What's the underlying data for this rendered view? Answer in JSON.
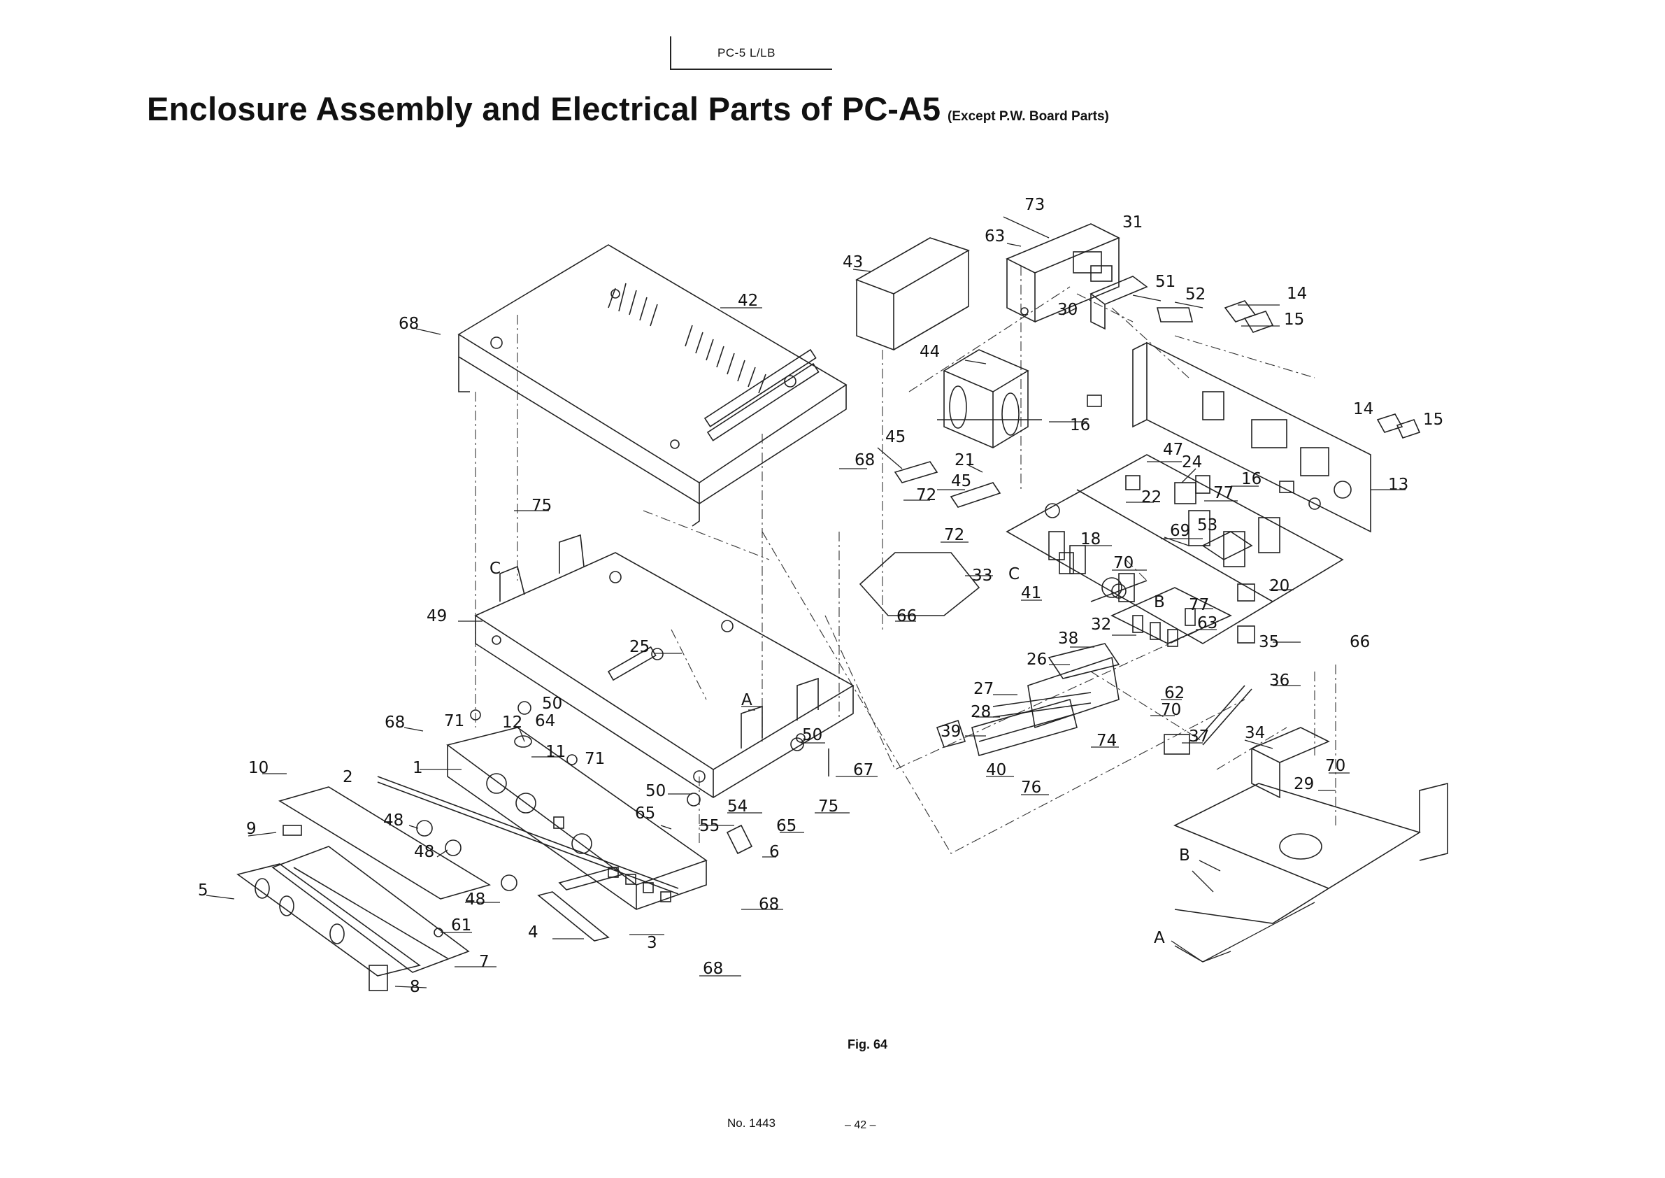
{
  "header": {
    "model_label": "PC-5 L/LB",
    "title_main": "Enclosure Assembly and Electrical Parts of",
    "title_model": "PC-A5",
    "title_sub": "(Except P.W. Board Parts)"
  },
  "figure": {
    "caption": "Fig. 64",
    "callouts": [
      "73",
      "63",
      "31",
      "43",
      "42",
      "51",
      "52",
      "14",
      "15",
      "68",
      "30",
      "44",
      "14",
      "15",
      "16",
      "13",
      "45",
      "68",
      "21",
      "47",
      "24",
      "16",
      "72",
      "45",
      "22",
      "77",
      "53",
      "75",
      "72",
      "18",
      "69",
      "33",
      "70",
      "C",
      "C",
      "49",
      "41",
      "B",
      "77",
      "20",
      "66",
      "63",
      "32",
      "35",
      "66",
      "38",
      "25",
      "26",
      "36",
      "27",
      "62",
      "A",
      "50",
      "71",
      "68",
      "12",
      "64",
      "28",
      "70",
      "34",
      "39",
      "74",
      "37",
      "50",
      "11",
      "71",
      "67",
      "40",
      "70",
      "10",
      "2",
      "76",
      "29",
      "1",
      "50",
      "54",
      "65",
      "65",
      "75",
      "48",
      "55",
      "9",
      "48",
      "6",
      "B",
      "5",
      "48",
      "68",
      "61",
      "4",
      "3",
      "7",
      "A",
      "8",
      "68"
    ]
  },
  "footer": {
    "doc_number": "No. 1443",
    "page_number": "– 42 –"
  }
}
